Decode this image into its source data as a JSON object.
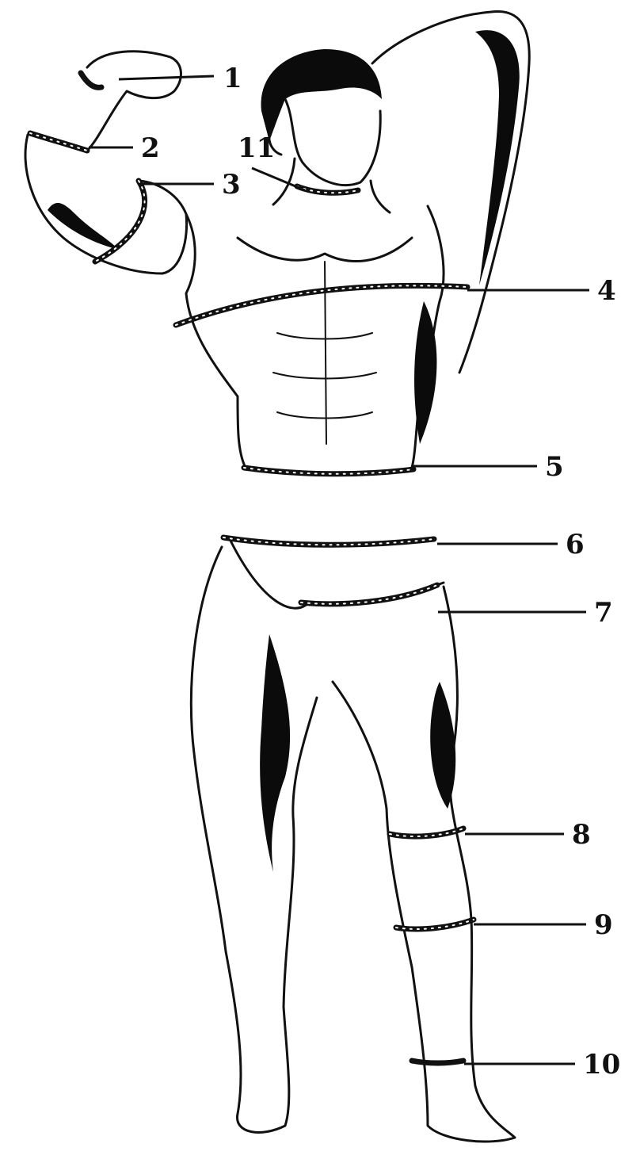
{
  "figure": {
    "subject": "Male bodybuilder front view with measuring tapes",
    "labels": [
      {
        "id": "1",
        "text": "1"
      },
      {
        "id": "2",
        "text": "2"
      },
      {
        "id": "3",
        "text": "3"
      },
      {
        "id": "4",
        "text": "4"
      },
      {
        "id": "5",
        "text": "5"
      },
      {
        "id": "6",
        "text": "6"
      },
      {
        "id": "7",
        "text": "7"
      },
      {
        "id": "8",
        "text": "8"
      },
      {
        "id": "9",
        "text": "9"
      },
      {
        "id": "10",
        "text": "10"
      },
      {
        "id": "11",
        "text": "11"
      }
    ]
  }
}
